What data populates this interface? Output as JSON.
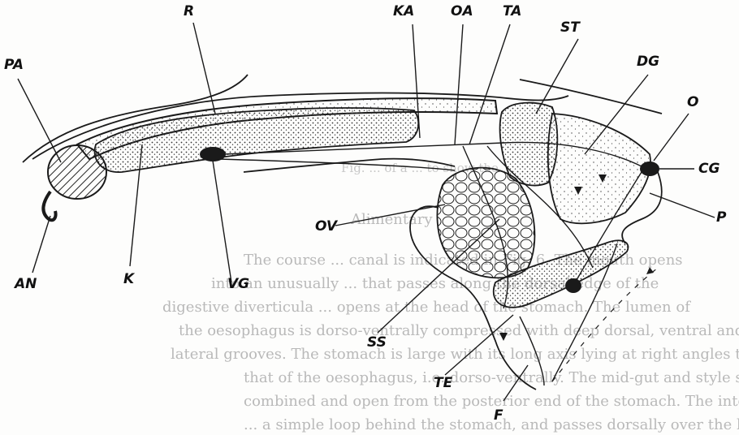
{
  "labels": {
    "PA": "PA",
    "R": "R",
    "KA": "KA",
    "OA": "OA",
    "TA": "TA",
    "ST": "ST",
    "DG": "DG",
    "O": "O",
    "CG": "CG",
    "P": "P",
    "OV": "OV",
    "AN": "AN",
    "K": "K",
    "VG": "VG",
    "SS": "SS",
    "TE": "TE",
    "F": "F"
  },
  "background_text": {
    "caption": "Fig. ... of a ... to show the ...",
    "heading": "Alimentary",
    "lines": [
      "The course ... canal is indicated in Fig. 6. The mouth opens",
      "into an unusually ... that passes along the dorsal edge of the",
      "digestive diverticula ... opens at the head of the stomach. The lumen of",
      "the oesophagus is dorso-ventrally compressed with deep dorsal, ventral and",
      "lateral grooves. The stomach is large with its long axis lying at right angles to",
      "that of the oesophagus, i.e. dorso-ventrally. The mid-gut and style sac are",
      "combined and open from the posterior end of the stomach. The intestine",
      "... a simple loop behind the stomach, and passes dorsally over the kidney"
    ]
  },
  "colors": {
    "ink": "#1a1a1a",
    "ghost": "#b9b9b9",
    "paper": "#fdfdfc"
  }
}
